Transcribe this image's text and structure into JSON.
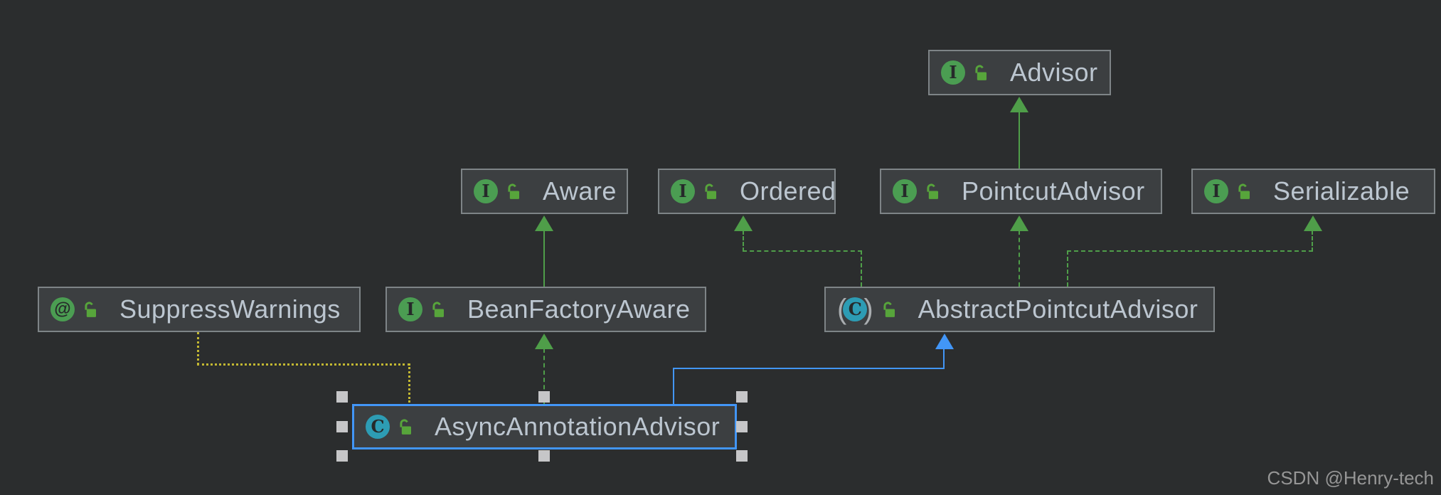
{
  "canvas": {
    "watermark": "CSDN @Henry-tech",
    "background_color": "#2b2d2e",
    "node_fill_color": "#3c3f41",
    "node_border_color": "#7e8487",
    "label_color": "#bcc6d0",
    "inheritance_color": "#4f9e49",
    "selection_color": "#4296f7",
    "annotation_link_color": "#c3b832",
    "interface_icon_color": "#4b9d52",
    "class_icon_color": "#2d9cb4",
    "unlocked_icon_color": "#57a53b"
  },
  "icons": {
    "interface": "I",
    "class": "C",
    "annotation": "@",
    "paren_open": "(",
    "paren_close": ")"
  },
  "nodes": [
    {
      "id": "advisor",
      "label": "Advisor",
      "kind": "interface"
    },
    {
      "id": "aware",
      "label": "Aware",
      "kind": "interface"
    },
    {
      "id": "ordered",
      "label": "Ordered",
      "kind": "interface"
    },
    {
      "id": "pointcut-advisor",
      "label": "PointcutAdvisor",
      "kind": "interface"
    },
    {
      "id": "serializable",
      "label": "Serializable",
      "kind": "interface"
    },
    {
      "id": "suppress-warnings",
      "label": "SuppressWarnings",
      "kind": "annotation"
    },
    {
      "id": "bean-factory-aware",
      "label": "BeanFactoryAware",
      "kind": "interface"
    },
    {
      "id": "abstract-pointcut-advisor",
      "label": "AbstractPointcutAdvisor",
      "kind": "abstract-class"
    },
    {
      "id": "async-annotation-advisor",
      "label": "AsyncAnnotationAdvisor",
      "kind": "class",
      "selected": true
    }
  ],
  "edges": [
    {
      "from": "PointcutAdvisor",
      "to": "Advisor",
      "type": "extends",
      "style": "solid-green"
    },
    {
      "from": "BeanFactoryAware",
      "to": "Aware",
      "type": "extends",
      "style": "solid-green"
    },
    {
      "from": "AbstractPointcutAdvisor",
      "to": "Ordered",
      "type": "implements",
      "style": "dashed-green"
    },
    {
      "from": "AbstractPointcutAdvisor",
      "to": "PointcutAdvisor",
      "type": "implements",
      "style": "dashed-green"
    },
    {
      "from": "AbstractPointcutAdvisor",
      "to": "Serializable",
      "type": "implements",
      "style": "dashed-green"
    },
    {
      "from": "AsyncAnnotationAdvisor",
      "to": "BeanFactoryAware",
      "type": "implements",
      "style": "dashed-green"
    },
    {
      "from": "AsyncAnnotationAdvisor",
      "to": "AbstractPointcutAdvisor",
      "type": "extends",
      "style": "solid-blue",
      "selected": true
    },
    {
      "from": "AsyncAnnotationAdvisor",
      "to": "SuppressWarnings",
      "type": "annotated-with",
      "style": "dotted-yellow"
    }
  ]
}
